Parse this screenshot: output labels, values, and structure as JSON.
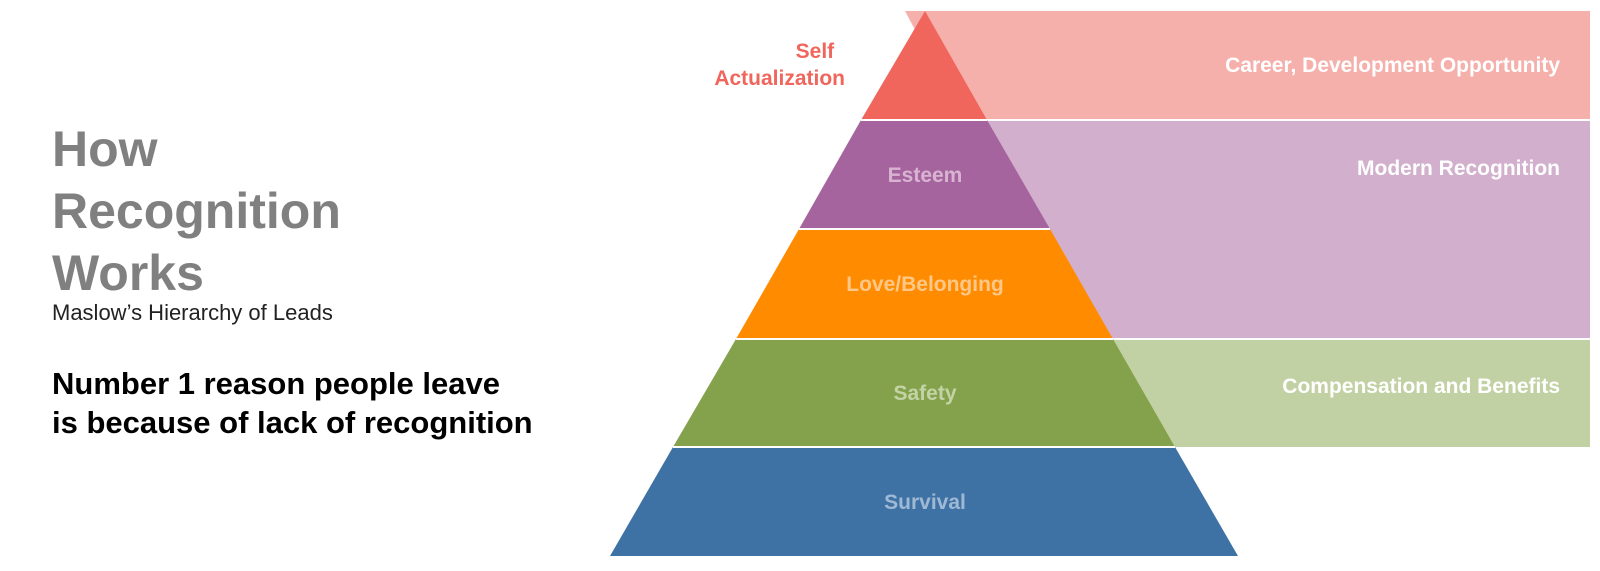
{
  "title": {
    "lines": [
      "How",
      "Recognition",
      "Works"
    ]
  },
  "subtitle": "Maslow’s Hierarchy of Leads",
  "statement": {
    "lines": [
      "Number 1 reason people leave",
      "is because of lack of recognition"
    ]
  },
  "pyramid": {
    "levels": [
      {
        "name": "Self Actualization",
        "lines": [
          "Self",
          "Actualization"
        ],
        "color": "#f0665c",
        "label_color": "#f0665c"
      },
      {
        "name": "Esteem",
        "lines": [
          "Esteem"
        ],
        "color": "#a5649e",
        "label_color": "#d9b3d2"
      },
      {
        "name": "Love/Belonging",
        "lines": [
          "Love/Belonging"
        ],
        "color": "#ff8c00",
        "label_color": "#ffc889"
      },
      {
        "name": "Safety",
        "lines": [
          "Safety"
        ],
        "color": "#84a24c",
        "label_color": "#c3d3a6"
      },
      {
        "name": "Survival",
        "lines": [
          "Survival"
        ],
        "color": "#3f72a4",
        "label_color": "#9fb9d5"
      }
    ]
  },
  "bands": [
    {
      "label": "Career, Development Opportunity",
      "color": "#f5b0ac"
    },
    {
      "label": "Modern Recognition",
      "color": "#d2afcc"
    },
    {
      "label": "Compensation and Benefits",
      "color": "#c2d1a3"
    }
  ]
}
